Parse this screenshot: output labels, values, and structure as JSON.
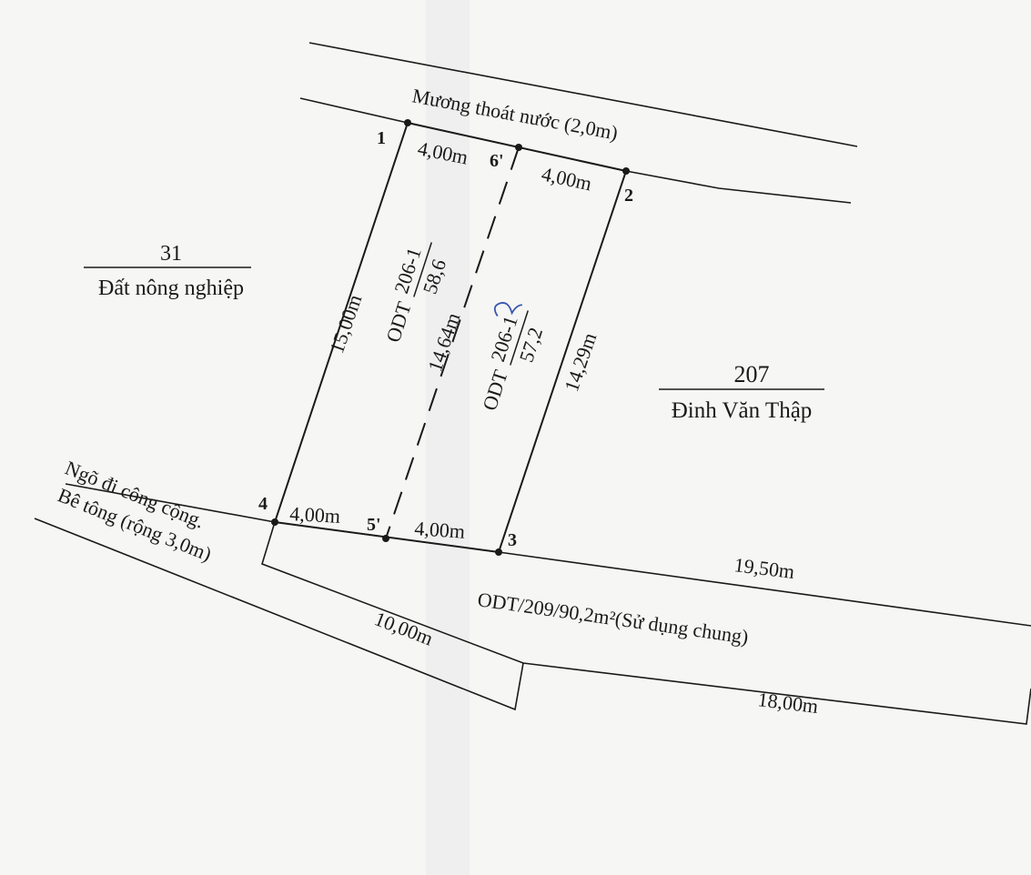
{
  "ditch": {
    "label": "Mương thoát nước (2,0m)"
  },
  "points": {
    "p1": "1",
    "p2": "2",
    "p3": "3",
    "p4": "4",
    "p5": "5'",
    "p6": "6'"
  },
  "dimensions": {
    "d1_6": "4,00m",
    "d6_2": "4,00m",
    "d1_4": "15,00m",
    "d6_5": "14,64m",
    "d2_3": "14,29m",
    "d4_5": "4,00m",
    "d5_3": "4,00m"
  },
  "parcels": {
    "p206_1": {
      "type": "ODT",
      "number": "206-1",
      "area": "58,6"
    },
    "p206_2": {
      "type": "ODT",
      "number": "206-1",
      "area": "57,2"
    }
  },
  "neighbors": {
    "n31": {
      "number": "31",
      "desc": "Đất nông nghiệp"
    },
    "n207": {
      "number": "207",
      "owner": "Đinh Văn Thập"
    }
  },
  "lane": {
    "line1": "Ngõ đi công cộng.",
    "line2": "Bê tông (rộng 3,0m)"
  },
  "shared": {
    "label": "ODT/209/90,2m²(Sử dụng chung)",
    "top_len": "19,50m",
    "left_len": "10,00m",
    "bottom_len": "18,00m"
  },
  "colors": {
    "ink": "#1a1a1a",
    "paper": "#f6f6f4",
    "handwriting": "#3a57b0"
  }
}
